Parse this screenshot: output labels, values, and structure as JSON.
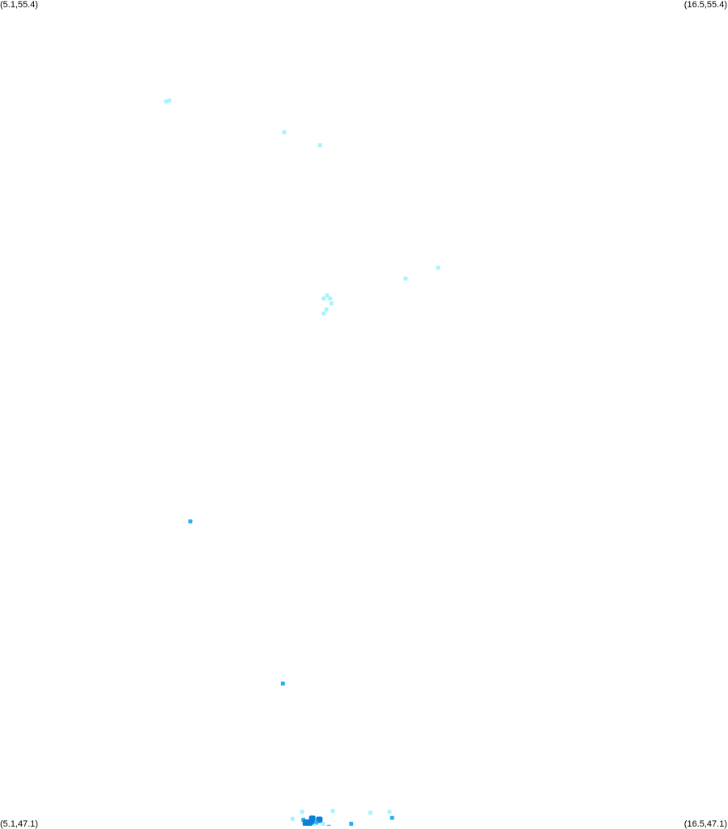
{
  "map": {
    "bounds": {
      "lon_min": 5.1,
      "lon_max": 16.5,
      "lat_min": 47.1,
      "lat_max": 55.4
    },
    "corner_labels": {
      "top_left": "(5.1,55.4)",
      "top_right": "(16.5,55.4)",
      "bottom_left": "(5.1,47.1)",
      "bottom_right": "(16.5,47.1)"
    },
    "density_colors": {
      "low": "#9ff3fb",
      "mid": "#2ab0ee",
      "high": "#0c7fd6"
    },
    "points": [
      {
        "lon": 7.7,
        "lat": 54.38,
        "level": "low"
      },
      {
        "lon": 7.75,
        "lat": 54.39,
        "level": "low"
      },
      {
        "lon": 9.55,
        "lat": 54.07,
        "level": "low"
      },
      {
        "lon": 10.11,
        "lat": 53.94,
        "level": "low"
      },
      {
        "lon": 11.45,
        "lat": 52.6,
        "level": "low"
      },
      {
        "lon": 11.96,
        "lat": 52.71,
        "level": "low"
      },
      {
        "lon": 10.17,
        "lat": 52.4,
        "level": "low"
      },
      {
        "lon": 10.22,
        "lat": 52.43,
        "level": "low"
      },
      {
        "lon": 10.27,
        "lat": 52.4,
        "level": "low"
      },
      {
        "lon": 10.29,
        "lat": 52.35,
        "level": "low"
      },
      {
        "lon": 10.21,
        "lat": 52.29,
        "level": "low"
      },
      {
        "lon": 10.17,
        "lat": 52.25,
        "level": "low"
      },
      {
        "lon": 8.08,
        "lat": 50.16,
        "level": "mid"
      },
      {
        "lon": 9.53,
        "lat": 48.53,
        "level": "mid"
      },
      {
        "lon": 9.83,
        "lat": 47.24,
        "level": "low"
      },
      {
        "lon": 9.68,
        "lat": 47.17,
        "level": "low"
      },
      {
        "lon": 9.85,
        "lat": 47.16,
        "level": "mid"
      },
      {
        "lon": 9.89,
        "lat": 47.13,
        "level": "high"
      },
      {
        "lon": 9.99,
        "lat": 47.17,
        "level": "high"
      },
      {
        "lon": 9.98,
        "lat": 47.14,
        "level": "high"
      },
      {
        "lon": 10.1,
        "lat": 47.16,
        "level": "high"
      },
      {
        "lon": 10.05,
        "lat": 47.13,
        "level": "mid"
      },
      {
        "lon": 10.16,
        "lat": 47.12,
        "level": "low"
      },
      {
        "lon": 9.93,
        "lat": 47.1,
        "level": "high"
      },
      {
        "lon": 10.25,
        "lat": 47.09,
        "level": "mid"
      },
      {
        "lon": 10.3,
        "lat": 47.06,
        "level": "low"
      },
      {
        "lon": 9.9,
        "lat": 47.05,
        "level": "mid"
      },
      {
        "lon": 10.03,
        "lat": 47.1,
        "level": "low"
      },
      {
        "lon": 10.31,
        "lat": 47.25,
        "level": "low"
      },
      {
        "lon": 10.6,
        "lat": 47.12,
        "level": "mid"
      },
      {
        "lon": 10.9,
        "lat": 47.23,
        "level": "low"
      },
      {
        "lon": 11.2,
        "lat": 47.24,
        "level": "low"
      },
      {
        "lon": 11.24,
        "lat": 47.18,
        "level": "mid"
      }
    ]
  }
}
